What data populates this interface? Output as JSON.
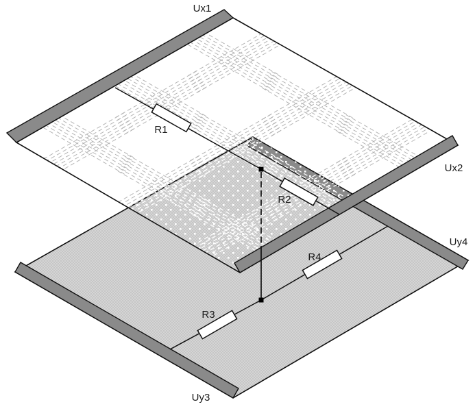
{
  "diagram": {
    "top_layer": {
      "electrodes": {
        "ux1": "Ux1",
        "ux2": "Ux2"
      },
      "resistors": {
        "r1": "R1",
        "r2": "R2"
      }
    },
    "bottom_layer": {
      "electrodes": {
        "uy3": "Uy3",
        "uy4": "Uy4"
      },
      "resistors": {
        "r3": "R3",
        "r4": "R4"
      }
    }
  },
  "colors": {
    "electrode_bar": "#8a8a8a",
    "plate_base": "#d5d5d5",
    "plate_checker": "#c6c6c6",
    "hatch_gray": "#b4b4b4",
    "hatch_white": "#ffffff",
    "speckle": "#ffffff",
    "outline": "#111111"
  }
}
